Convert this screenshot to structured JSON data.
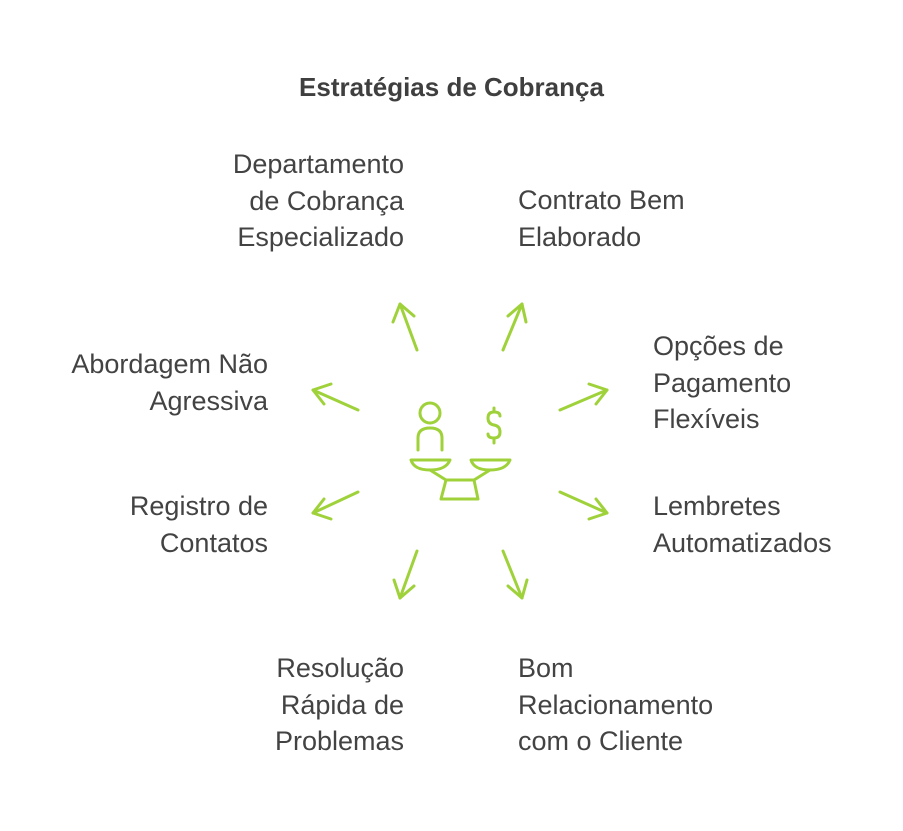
{
  "title": "Estratégias de Cobrança",
  "center_icon": "balance-scale-person-dollar-icon",
  "arrow_color": "#9fd23a",
  "items": [
    {
      "lines": [
        "Departamento",
        "de Cobrança",
        "Especializado"
      ]
    },
    {
      "lines": [
        "Contrato Bem",
        "Elaborado"
      ]
    },
    {
      "lines": [
        "Opções de",
        "Pagamento",
        "Flexíveis"
      ]
    },
    {
      "lines": [
        "Lembretes",
        "Automatizados"
      ]
    },
    {
      "lines": [
        "Bom",
        "Relacionamento",
        "com o Cliente"
      ]
    },
    {
      "lines": [
        "Resolução",
        "Rápida de",
        "Problemas"
      ]
    },
    {
      "lines": [
        "Registro de",
        "Contatos"
      ]
    },
    {
      "lines": [
        "Abordagem Não",
        "Agressiva"
      ]
    }
  ]
}
